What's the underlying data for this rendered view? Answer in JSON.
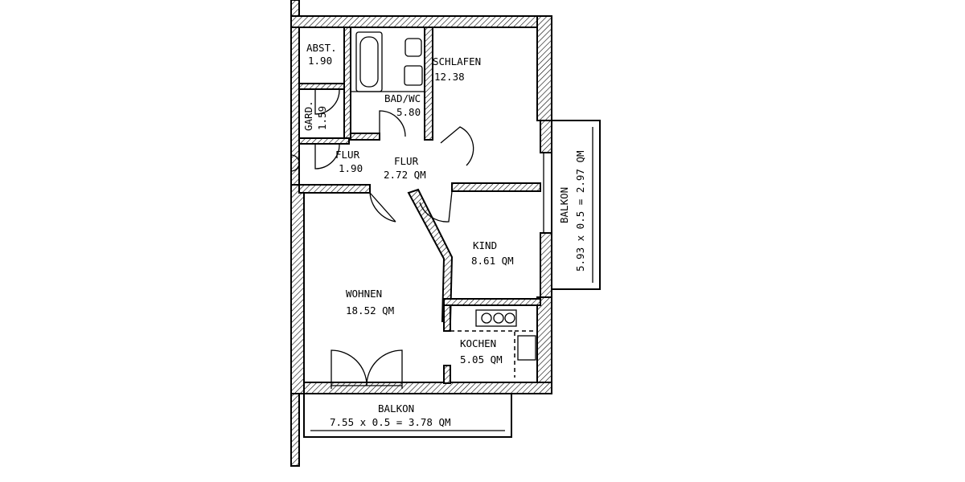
{
  "rooms": {
    "abst": {
      "name": "ABST.",
      "area": "1.90"
    },
    "gard": {
      "name": "GARD.",
      "area": "1.59"
    },
    "bad": {
      "name": "BAD/WC",
      "area": "5.80"
    },
    "schlafen": {
      "name": "SCHLAFEN",
      "area": "12.38"
    },
    "flur_small": {
      "name": "FLUR",
      "area": "1.90"
    },
    "flur": {
      "name": "FLUR",
      "area": "2.72 QM"
    },
    "kind": {
      "name": "KIND",
      "area": "8.61 QM"
    },
    "wohnen": {
      "name": "WOHNEN",
      "area": "18.52 QM"
    },
    "kochen": {
      "name": "KOCHEN",
      "area": "5.05 QM"
    }
  },
  "balconies": {
    "side": {
      "name": "BALKON",
      "formula": "5.93 x 0.5 = 2.97 QM"
    },
    "bottom": {
      "name": "BALKON",
      "formula": "7.55 x 0.5 = 3.78 QM"
    }
  }
}
